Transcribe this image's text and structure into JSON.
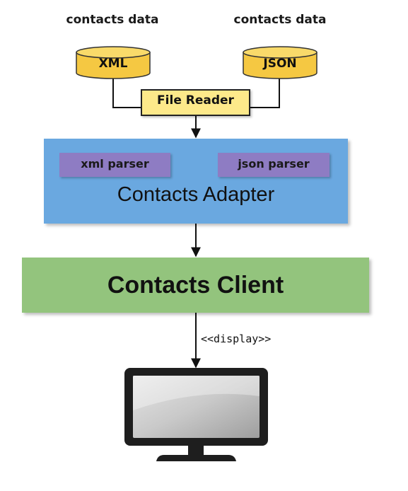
{
  "sources": [
    {
      "caption": "contacts data",
      "db_label": "XML"
    },
    {
      "caption": "contacts data",
      "db_label": "JSON"
    }
  ],
  "file_reader": {
    "label": "File Reader"
  },
  "adapter": {
    "title": "Contacts Adapter",
    "parsers": [
      {
        "label": "xml parser"
      },
      {
        "label": "json parser"
      }
    ]
  },
  "client": {
    "title": "Contacts Client"
  },
  "connector": {
    "display_label": "<<display>>"
  },
  "monitor": {
    "icon": "monitor-icon"
  },
  "colors": {
    "database": "#f5c842",
    "database_top": "#f9da6a",
    "file_reader": "#fde98a",
    "adapter": "#6aa8e0",
    "parser": "#8e7cc3",
    "client": "#93c47d",
    "line": "#111111",
    "monitor_frame": "#1e1e1e",
    "monitor_screen": "#bdbdbd"
  }
}
